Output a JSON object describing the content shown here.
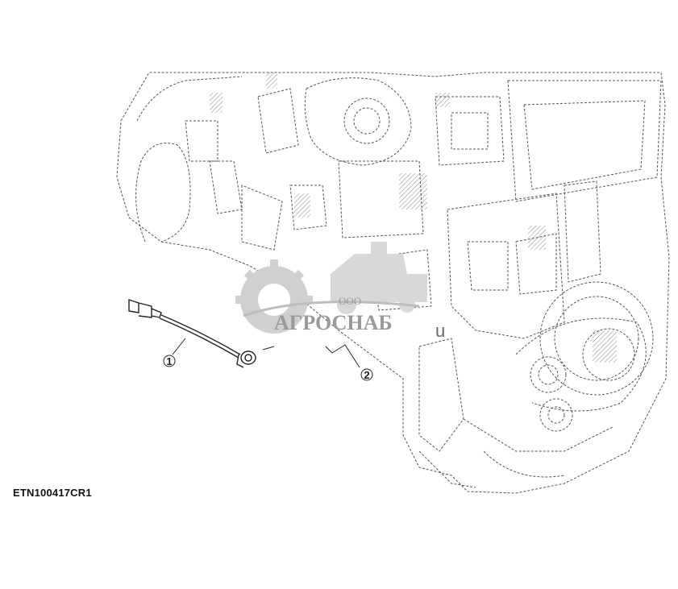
{
  "figure": {
    "code": "ETN100417CR1",
    "callouts": [
      {
        "label": "1"
      },
      {
        "label": "2"
      }
    ]
  },
  "watermark": {
    "company_prefix": "ООО",
    "company_name": "АГРОСНАБ",
    "suffix": "u"
  },
  "colors": {
    "line": "#555555",
    "watermark_gray": "#c8c8c8",
    "watermark_text": "#9a9a9a"
  }
}
